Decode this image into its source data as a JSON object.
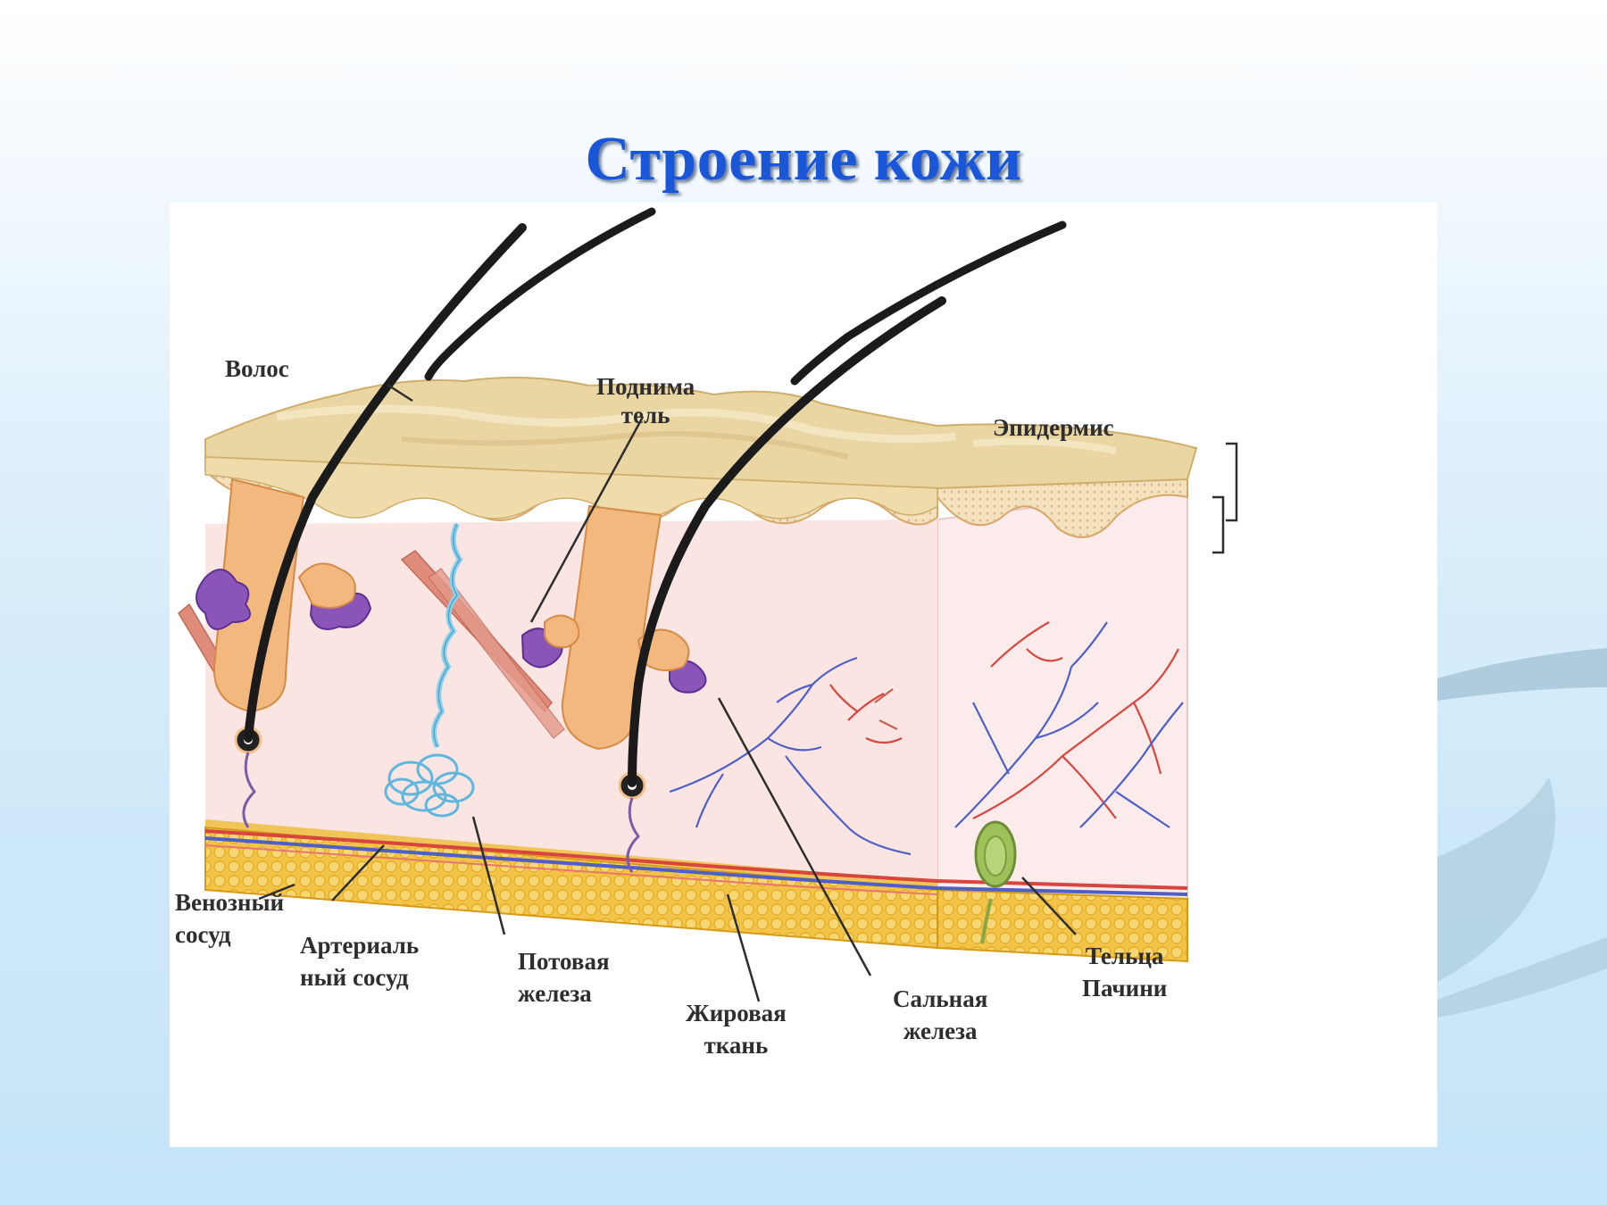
{
  "slide": {
    "title": "Строение кожи"
  },
  "labels": {
    "hair": "Волос",
    "erector_line1": "Поднима",
    "erector_line2": "тель",
    "epidermis": "Эпидермис",
    "vein_line1": "Венозный",
    "vein_line2": "сосуд",
    "artery_line1": "Артериаль",
    "artery_line2": "ный сосуд",
    "sweat_line1": "Потовая",
    "sweat_line2": "железа",
    "fat_line1": "Жировая",
    "fat_line2": "ткань",
    "sebaceous_line1": "Сальная",
    "sebaceous_line2": "железа",
    "pacini_line1": "Тельца",
    "pacini_line2": "Пачини"
  },
  "colors": {
    "title": "#1a56d8",
    "epidermis": "#ead7a6",
    "dermis": "#fbe7e6",
    "fat": "#f0bd3c",
    "hair": "#1b1b1b",
    "gland": "#8a54b8",
    "sweat": "#8fd0ea",
    "artery": "#d8453e",
    "vein": "#4f5fc8"
  }
}
